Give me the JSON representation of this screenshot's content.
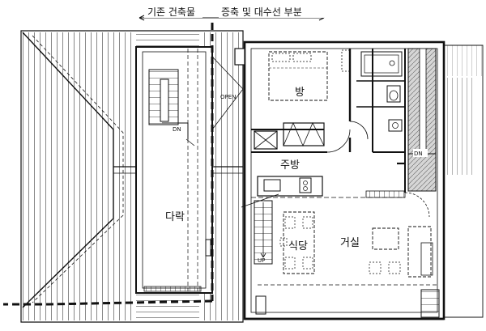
{
  "header": {
    "existing_label": "기존 건축물",
    "extension_label": "증축 및 대수선 부분"
  },
  "rooms": {
    "bedroom": "방",
    "kitchen": "주방",
    "attic": "다락",
    "dining": "식당",
    "living": "거실"
  },
  "markers": {
    "open": "OPEN",
    "dn_left": "DN",
    "dn_right": "DN",
    "up": "UP"
  },
  "colors": {
    "line": "#111111",
    "hatch": "#8a8a8a"
  }
}
